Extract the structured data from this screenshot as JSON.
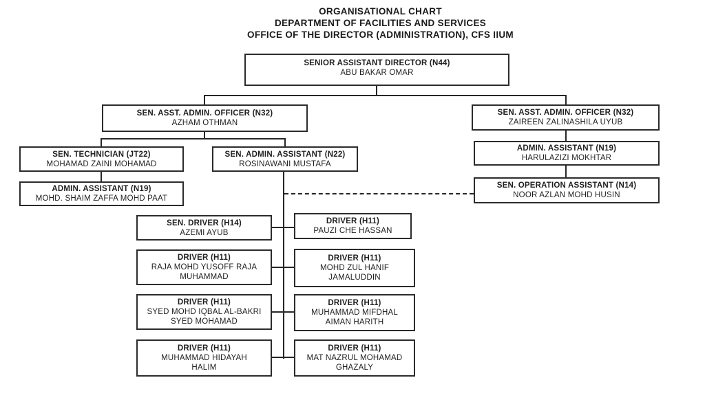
{
  "title": {
    "line1": "ORGANISATIONAL CHART",
    "line2": "DEPARTMENT OF FACILITIES AND SERVICES",
    "line3": "OFFICE OF THE DIRECTOR (ADMINISTRATION), CFS IIUM"
  },
  "colors": {
    "ink": "#262626",
    "background": "#ffffff"
  },
  "nodes": [
    {
      "id": "senior-assistant-director",
      "title": "SENIOR ASSISTANT DIRECTOR (N44)",
      "name": "ABU BAKAR OMAR"
    },
    {
      "id": "sen-asst-admin-officer-left",
      "title": "SEN. ASST. ADMIN. OFFICER (N32)",
      "name": "AZHAM OTHMAN"
    },
    {
      "id": "sen-asst-admin-officer-right",
      "title": "SEN. ASST. ADMIN. OFFICER (N32)",
      "name": "ZAIREEN ZALINASHILA UYUB"
    },
    {
      "id": "sen-technician",
      "title": "SEN. TECHNICIAN (JT22)",
      "name": "MOHAMAD ZAINI MOHAMAD"
    },
    {
      "id": "admin-assistant-left",
      "title": "ADMIN. ASSISTANT (N19)",
      "name": "MOHD. SHAIM ZAFFA MOHD PAAT"
    },
    {
      "id": "sen-admin-assistant",
      "title": "SEN. ADMIN. ASSISTANT (N22)",
      "name": "ROSINAWANI MUSTAFA"
    },
    {
      "id": "admin-assistant-right",
      "title": "ADMIN. ASSISTANT (N19)",
      "name": "HARULAZIZI MOKHTAR"
    },
    {
      "id": "sen-operation-assistant",
      "title": "SEN. OPERATION ASSISTANT (N14)",
      "name": "NOOR AZLAN MOHD HUSIN"
    },
    {
      "id": "sen-driver",
      "title": "SEN. DRIVER (H14)",
      "name": "AZEMI AYUB"
    },
    {
      "id": "driver-pauzi",
      "title": "DRIVER (H11)",
      "name": "PAUZI CHE HASSAN"
    },
    {
      "id": "driver-raja",
      "title": "DRIVER (H11)",
      "name": "RAJA MOHD YUSOFF RAJA MUHAMMAD"
    },
    {
      "id": "driver-zul-hanif",
      "title": "DRIVER (H11)",
      "name": "MOHD ZUL HANIF JAMALUDDIN"
    },
    {
      "id": "driver-syed",
      "title": "DRIVER (H11)",
      "name": "SYED MOHD IQBAL AL-BAKRI SYED MOHAMAD"
    },
    {
      "id": "driver-mifdhal",
      "title": "DRIVER (H11)",
      "name": "MUHAMMAD MIFDHAL AIMAN HARITH"
    },
    {
      "id": "driver-hidayah",
      "title": "DRIVER (H11)",
      "name": "MUHAMMAD HIDAYAH HALIM"
    },
    {
      "id": "driver-nazrul",
      "title": "DRIVER (H11)",
      "name": "MAT NAZRUL MOHAMAD GHAZALY"
    }
  ]
}
